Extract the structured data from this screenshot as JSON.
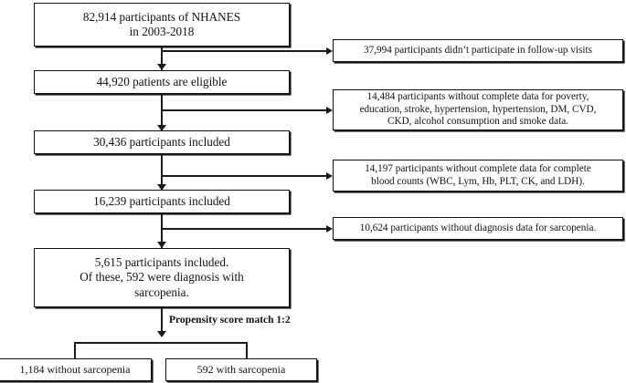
{
  "diagram": {
    "title": "NHANES participant selection flowchart",
    "colors": {
      "stroke": "#1a1a1a",
      "text": "#111111",
      "background": "#ffffff"
    },
    "main_nodes": [
      {
        "id": "n1",
        "lines": [
          "82,914 participants of NHANES",
          "in 2003-2018"
        ]
      },
      {
        "id": "n2",
        "lines": [
          "44,920 patients are eligible"
        ]
      },
      {
        "id": "n3",
        "lines": [
          "30,436 participants included"
        ]
      },
      {
        "id": "n4",
        "lines": [
          "16,239 participants included"
        ]
      },
      {
        "id": "n5",
        "lines": [
          "5,615 participants included.",
          "Of these, 592 were diagnosis with",
          "sarcopenia."
        ]
      }
    ],
    "exclusion_nodes": [
      {
        "id": "e1",
        "lines": [
          "37,994 participants didn’t participate in follow-up visits"
        ]
      },
      {
        "id": "e2",
        "lines": [
          "14,484 participants without complete data for poverty,",
          "education, stroke, hypertension, hypertension, DM, CVD,",
          "CKD, alcohol consumption and smoke data."
        ]
      },
      {
        "id": "e3",
        "lines": [
          "14,197 participants without complete data for complete",
          "blood counts (WBC, Lym, Hb, PLT, CK, and LDH)."
        ]
      },
      {
        "id": "e4",
        "lines": [
          "10,624 participants without diagnosis data  for sarcopenia."
        ]
      }
    ],
    "match_caption": "Propensity score match 1:2",
    "bottom_nodes": [
      {
        "id": "b1",
        "lines": [
          "1,184 without sarcopenia"
        ]
      },
      {
        "id": "b2",
        "lines": [
          "592 with sarcopenia"
        ]
      }
    ]
  }
}
